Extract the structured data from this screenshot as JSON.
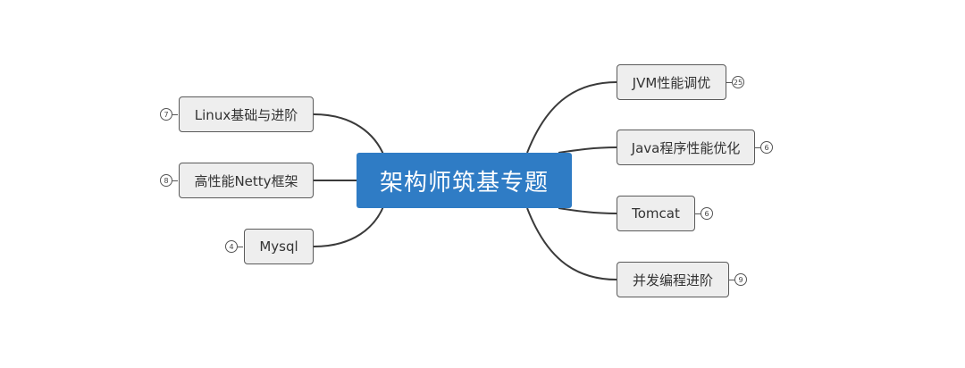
{
  "center": {
    "label": "架构师筑基专题"
  },
  "left_topics": [
    {
      "label": "Linux基础与进阶",
      "count": "7"
    },
    {
      "label": "高性能Netty框架",
      "count": "8"
    },
    {
      "label": "Mysql",
      "count": "4"
    }
  ],
  "right_topics": [
    {
      "label": "JVM性能调优",
      "count": "25"
    },
    {
      "label": "Java程序性能优化",
      "count": "6"
    },
    {
      "label": "Tomcat",
      "count": "6"
    },
    {
      "label": "并发编程进阶",
      "count": "9"
    }
  ],
  "colors": {
    "center_fill": "#2f7cc5",
    "node_fill": "#eeeeee",
    "connector": "#3a3a3a"
  }
}
